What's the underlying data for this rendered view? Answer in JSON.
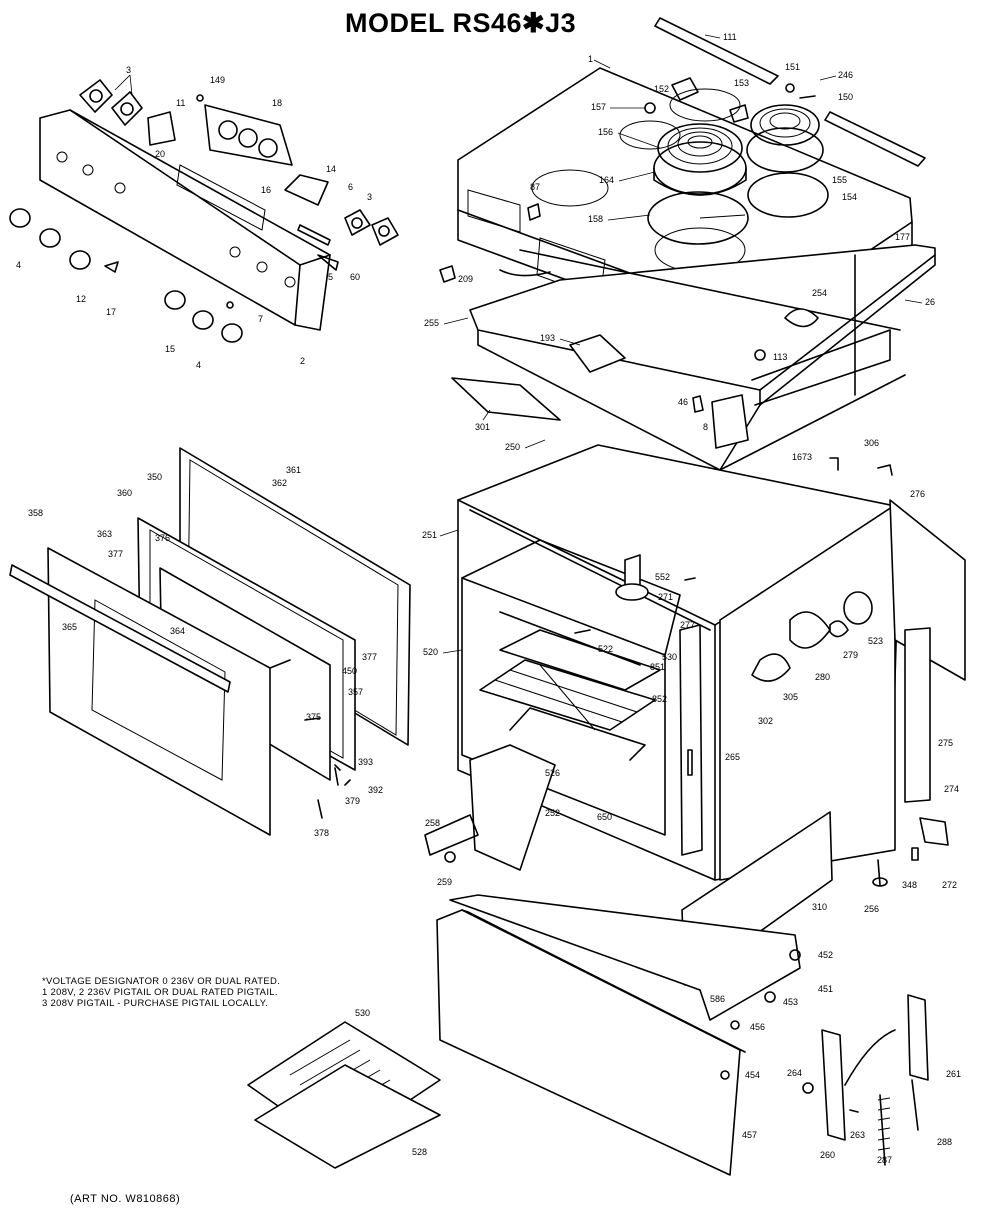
{
  "title": "MODEL RS46✱J3",
  "voltage_note": {
    "line1": "*VOLTAGE DESIGNATOR 0 236V OR DUAL RATED.",
    "line2": "1 208V, 2 236V PIGTAIL OR DUAL RATED PIGTAIL.",
    "line3": "3 208V PIGTAIL - PURCHASE PIGTAIL LOCALLY."
  },
  "art_number": "(ART NO. W810868)",
  "callouts": [
    "111",
    "1",
    "151",
    "246",
    "150",
    "152",
    "153",
    "157",
    "156",
    "164",
    "155",
    "154",
    "158",
    "87",
    "177",
    "209",
    "26",
    "254",
    "255",
    "193",
    "113",
    "301",
    "46",
    "8",
    "250",
    "3",
    "149",
    "11",
    "18",
    "20",
    "14",
    "16",
    "6",
    "60",
    "5",
    "4",
    "12",
    "17",
    "15",
    "7",
    "2",
    "350",
    "361",
    "362",
    "360",
    "358",
    "363",
    "376",
    "377",
    "365",
    "364",
    "450",
    "357",
    "375",
    "393",
    "392",
    "379",
    "378",
    "306",
    "1673",
    "276",
    "251",
    "552",
    "271",
    "523",
    "520",
    "522",
    "851",
    "530",
    "852",
    "277",
    "279",
    "280",
    "305",
    "302",
    "275",
    "526",
    "265",
    "274",
    "258",
    "252",
    "650",
    "259",
    "272",
    "348",
    "256",
    "310",
    "452",
    "451",
    "453",
    "586",
    "456",
    "454",
    "530",
    "261",
    "264",
    "263",
    "260",
    "287",
    "288",
    "528",
    "457"
  ]
}
